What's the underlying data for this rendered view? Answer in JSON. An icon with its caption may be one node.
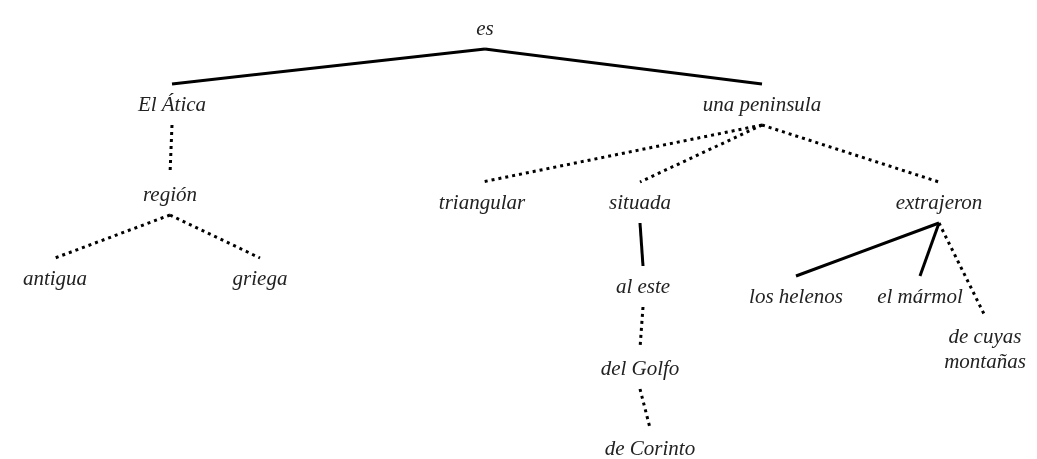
{
  "diagram": {
    "nodes": [
      {
        "text": [
          "es"
        ]
      },
      {
        "text": [
          "El Ática"
        ]
      },
      {
        "text": [
          "una peninsula"
        ]
      },
      {
        "text": [
          "región"
        ]
      },
      {
        "text": [
          "antigua"
        ]
      },
      {
        "text": [
          "griega"
        ]
      },
      {
        "text": [
          "triangular"
        ]
      },
      {
        "text": [
          "situada"
        ]
      },
      {
        "text": [
          "extrajeron"
        ]
      },
      {
        "text": [
          "al este"
        ]
      },
      {
        "text": [
          "los helenos"
        ]
      },
      {
        "text": [
          "el mármol"
        ]
      },
      {
        "text": [
          "de cuyas montañas"
        ]
      },
      {
        "text": [
          "del Golfo"
        ]
      },
      {
        "text": [
          "de Corinto"
        ]
      }
    ],
    "edges": [
      {
        "from": 0,
        "to": 1,
        "arrow": "none"
      },
      {
        "from": 0,
        "to": 2,
        "arrow": "none"
      },
      {
        "from": 1,
        "to": 3,
        "arrow": "none",
        "style": "dashed"
      },
      {
        "from": 3,
        "to": 4,
        "arrow": "none",
        "style": "dashed"
      },
      {
        "from": 3,
        "to": 5,
        "arrow": "none",
        "style": "dashed"
      },
      {
        "from": 2,
        "to": 6,
        "arrow": "none",
        "style": "dashed"
      },
      {
        "from": 2,
        "to": 7,
        "arrow": "none",
        "style": "dashed"
      },
      {
        "from": 2,
        "to": 8,
        "arrow": "none",
        "style": "dashed"
      },
      {
        "from": 7,
        "to": 9,
        "arrow": "none"
      },
      {
        "from": 8,
        "to": 10,
        "arrow": "none"
      },
      {
        "from": 8,
        "to": 11,
        "arrow": "none"
      },
      {
        "from": 8,
        "to": 12,
        "arrow": "none",
        "style": "dashed"
      },
      {
        "from": 9,
        "to": 13,
        "arrow": "none",
        "style": "dashed"
      },
      {
        "from": 13,
        "to": 14,
        "arrow": "none",
        "style": "dashed"
      }
    ]
  }
}
